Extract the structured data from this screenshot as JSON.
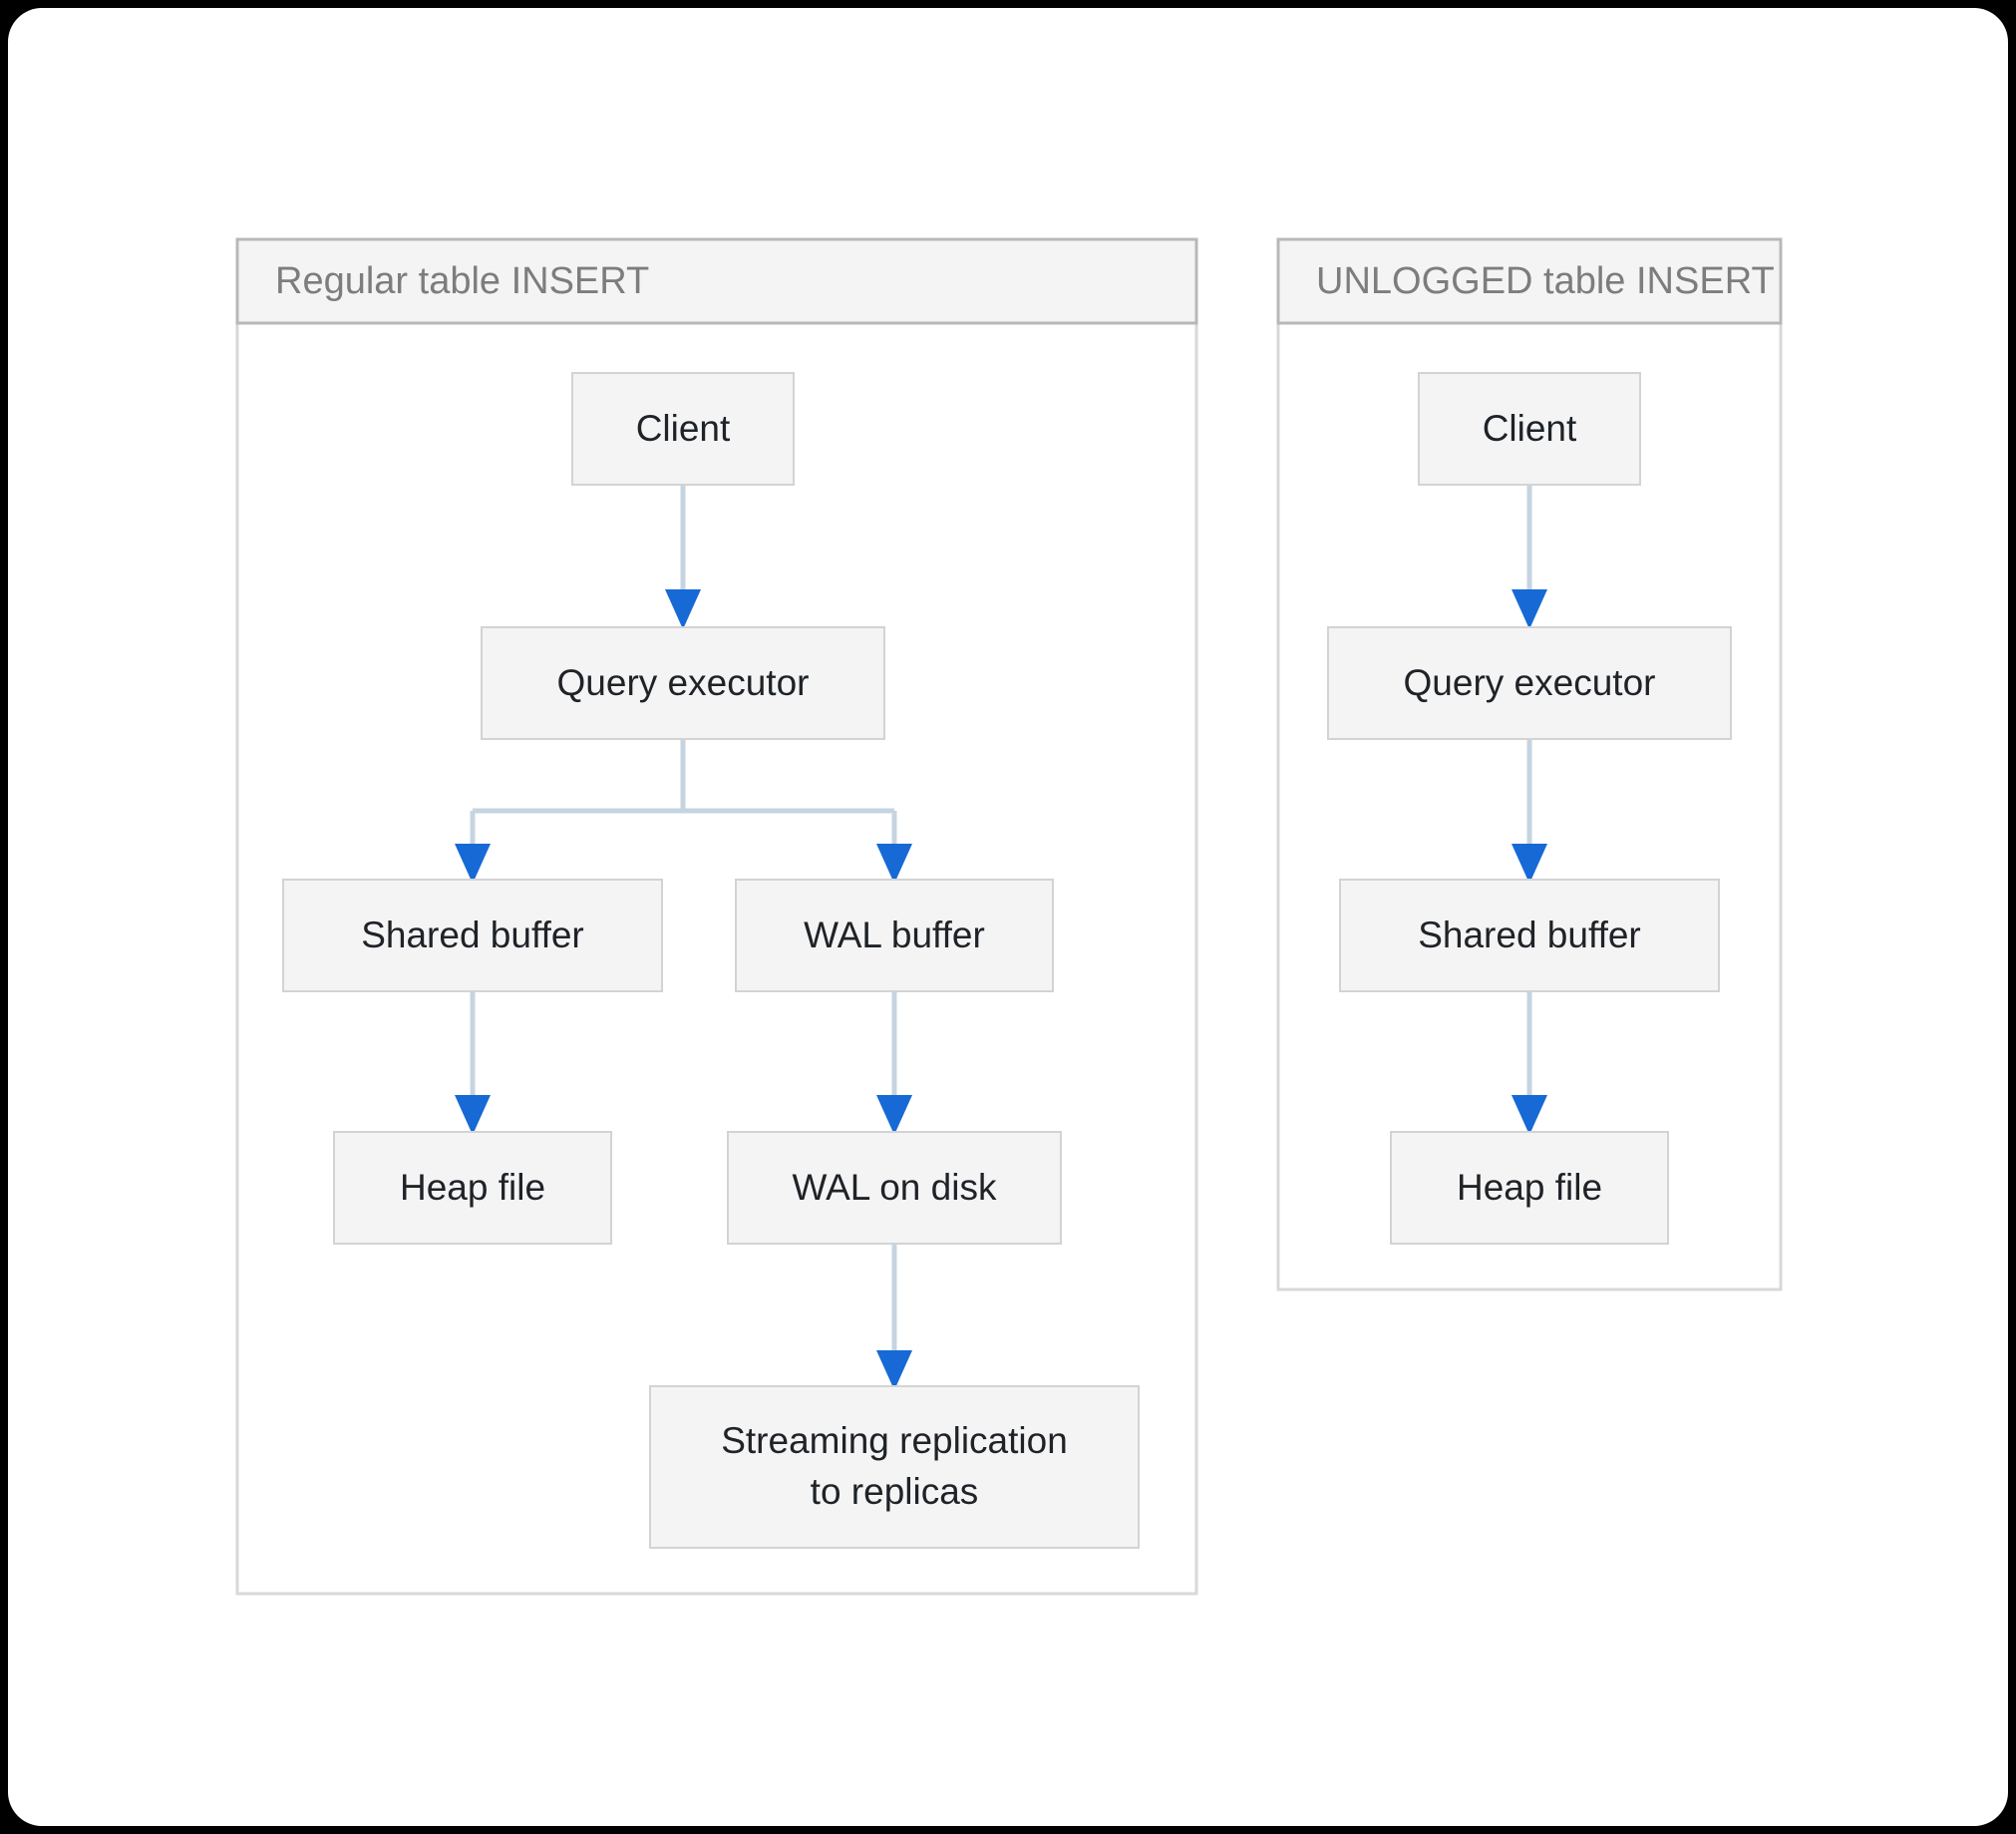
{
  "page": {
    "background": "#000000",
    "card_background": "#ffffff",
    "title": "Regular table INSERT vs UNLOGGED table INSERT"
  },
  "theme": {
    "node_fill": "#f4f4f4",
    "node_border": "#d3d3d3",
    "node_text": "#1f2328",
    "cluster_border": "#d8d8d8",
    "cluster_title_fill": "#f4f4f4",
    "cluster_title_border": "#b8b8b8",
    "cluster_title_text": "#7d7d7d",
    "edge_line": "#c6d4e1",
    "arrow_head": "#1769d6"
  },
  "chart_data": {
    "type": "diagram",
    "diagram_kind": "flowchart",
    "direction": "top-down",
    "clusters": [
      {
        "id": "regular",
        "title": "Regular table INSERT",
        "nodes": [
          "client_a",
          "executor_a",
          "shared_buffer_a",
          "wal_buffer",
          "heap_file_a",
          "wal_on_disk",
          "streaming_replication"
        ]
      },
      {
        "id": "unlogged",
        "title": "UNLOGGED table INSERT",
        "nodes": [
          "client_b",
          "executor_b",
          "shared_buffer_b",
          "heap_file_b"
        ]
      }
    ],
    "nodes": [
      {
        "id": "client_a",
        "label": "Client",
        "cluster": "regular"
      },
      {
        "id": "executor_a",
        "label": "Query executor",
        "cluster": "regular"
      },
      {
        "id": "shared_buffer_a",
        "label": "Shared buffer",
        "cluster": "regular"
      },
      {
        "id": "wal_buffer",
        "label": "WAL buffer",
        "cluster": "regular"
      },
      {
        "id": "heap_file_a",
        "label": "Heap file",
        "cluster": "regular"
      },
      {
        "id": "wal_on_disk",
        "label": "WAL on disk",
        "cluster": "regular"
      },
      {
        "id": "streaming_replication",
        "label": "Streaming replication\nto replicas",
        "label_line1": "Streaming replication",
        "label_line2": "to replicas",
        "cluster": "regular"
      },
      {
        "id": "client_b",
        "label": "Client",
        "cluster": "unlogged"
      },
      {
        "id": "executor_b",
        "label": "Query executor",
        "cluster": "unlogged"
      },
      {
        "id": "shared_buffer_b",
        "label": "Shared buffer",
        "cluster": "unlogged"
      },
      {
        "id": "heap_file_b",
        "label": "Heap file",
        "cluster": "unlogged"
      }
    ],
    "edges": [
      {
        "from": "client_a",
        "to": "executor_a",
        "arrow": true
      },
      {
        "from": "executor_a",
        "to": "shared_buffer_a",
        "arrow": true
      },
      {
        "from": "executor_a",
        "to": "wal_buffer",
        "arrow": true
      },
      {
        "from": "shared_buffer_a",
        "to": "heap_file_a",
        "arrow": true
      },
      {
        "from": "wal_buffer",
        "to": "wal_on_disk",
        "arrow": true
      },
      {
        "from": "wal_on_disk",
        "to": "streaming_replication",
        "arrow": true
      },
      {
        "from": "client_b",
        "to": "executor_b",
        "arrow": true
      },
      {
        "from": "executor_b",
        "to": "shared_buffer_b",
        "arrow": true
      },
      {
        "from": "shared_buffer_b",
        "to": "heap_file_b",
        "arrow": true
      }
    ]
  },
  "labels": {
    "cluster_regular_title": "Regular table INSERT",
    "cluster_unlogged_title": "UNLOGGED table INSERT",
    "client_a": "Client",
    "executor_a": "Query executor",
    "shared_buffer_a": "Shared buffer",
    "wal_buffer": "WAL buffer",
    "heap_file_a": "Heap file",
    "wal_on_disk": "WAL on disk",
    "streaming_line1": "Streaming replication",
    "streaming_line2": "to replicas",
    "client_b": "Client",
    "executor_b": "Query executor",
    "shared_buffer_b": "Shared buffer",
    "heap_file_b": "Heap file"
  }
}
